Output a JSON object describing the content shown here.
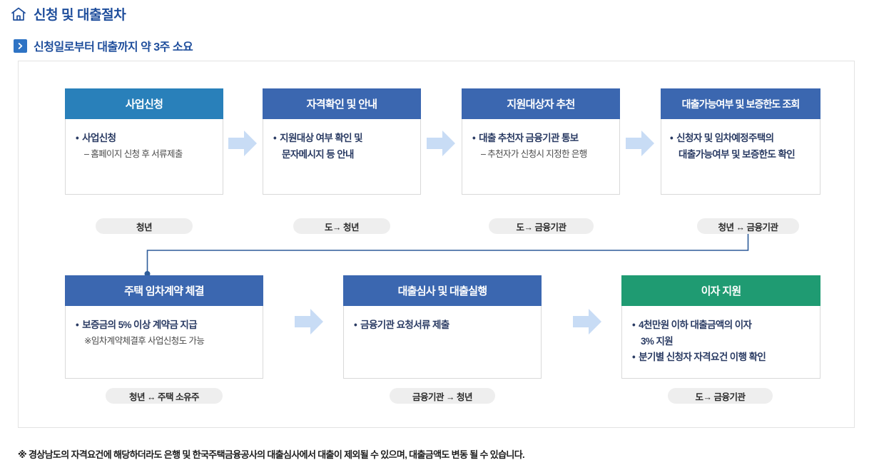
{
  "header": {
    "icon": "home-icon",
    "title": "신청 및 대출절차",
    "subtitle": "신청일로부터 대출까지 약 3주 소요",
    "badge_icon": "chevron-right-icon"
  },
  "colors": {
    "title_blue": "#1F4E9C",
    "head_light_blue": "#2980BA",
    "head_blue": "#3B67B0",
    "head_green": "#1F9B72",
    "arrow_blue": "#C8DCF5",
    "pill_gray": "#EEEEEE",
    "connector_blue": "#2E5C9A"
  },
  "flow": {
    "row1": [
      {
        "id": "step-1",
        "title": "사업신청",
        "head_color": "#2980BA",
        "lines": [
          {
            "type": "bullet",
            "text": "사업신청"
          },
          {
            "type": "sub",
            "text": "– 홈페이지 신청 후 서류제출"
          }
        ],
        "actor": "청년"
      },
      {
        "id": "step-2",
        "title": "자격확인 및 안내",
        "head_color": "#3B67B0",
        "lines": [
          {
            "type": "bullet",
            "text": "지원대상 여부 확인 및"
          },
          {
            "type": "bullet-cont",
            "text": "문자메시지 등 안내"
          }
        ],
        "actor": "도→ 청년"
      },
      {
        "id": "step-3",
        "title": "지원대상자 추천",
        "head_color": "#3B67B0",
        "lines": [
          {
            "type": "bullet",
            "text": "대출 추천자 금융기관 통보"
          },
          {
            "type": "sub",
            "text": "– 추천자가 신청시 지정한 은행"
          }
        ],
        "actor": "도→ 금융기관"
      },
      {
        "id": "step-4",
        "title": "대출가능여부 및 보증한도 조회",
        "head_color": "#3B67B0",
        "lines": [
          {
            "type": "bullet",
            "text": "신청자 및 임차예정주택의"
          },
          {
            "type": "bullet-cont",
            "text": "대출가능여부 및 보증한도 확인"
          }
        ],
        "actor": "청년 ↔ 금융기관"
      }
    ],
    "row2": [
      {
        "id": "step-5",
        "title": "주택 임차계약 체결",
        "head_color": "#3B67B0",
        "lines": [
          {
            "type": "bullet",
            "text": "보증금의 5% 이상 계약금 지급"
          },
          {
            "type": "note",
            "text": "※임차계약체결후 사업신청도 가능"
          }
        ],
        "actor": "청년 ↔ 주택 소유주"
      },
      {
        "id": "step-6",
        "title": "대출심사 및 대출실행",
        "head_color": "#3B67B0",
        "lines": [
          {
            "type": "bullet",
            "text": "금융기관 요청서류 제출"
          }
        ],
        "actor": "금융기관 → 청년"
      },
      {
        "id": "step-7",
        "title": "이자 지원",
        "head_color": "#1F9B72",
        "lines": [
          {
            "type": "bullet",
            "text": "4천만원 이하 대출금액의 이자"
          },
          {
            "type": "bullet-cont",
            "text": "3% 지원"
          },
          {
            "type": "bullet",
            "text": "분기별 신청자 자격요건 이행 확인"
          }
        ],
        "actor": "도→ 금융기관"
      }
    ],
    "arrows": [
      {
        "id": "arrow-1-2"
      },
      {
        "id": "arrow-2-3"
      },
      {
        "id": "arrow-3-4"
      },
      {
        "id": "arrow-5-6"
      },
      {
        "id": "arrow-6-7"
      }
    ]
  },
  "footnote": "※ 경상남도의 자격요건에 해당하더라도 은행 및 한국주택금융공사의 대출심사에서 대출이 제외될 수 있으며, 대출금액도 변동 될 수 있습니다."
}
